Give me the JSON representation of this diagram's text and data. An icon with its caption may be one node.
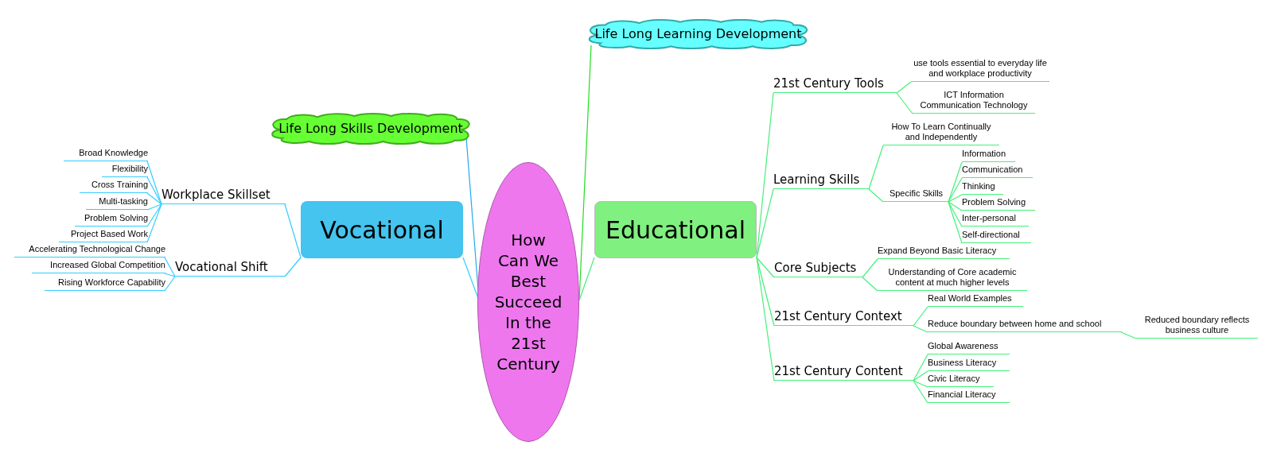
{
  "diagram": {
    "nodes": [
      {
        "text": [
          "Life Long Learning Development"
        ]
      },
      {
        "text": [
          "Life Long Skills Development"
        ]
      },
      {
        "text": [
          "Vocational"
        ]
      },
      {
        "text": [
          "How Can We Best Succeed In the 21st Century"
        ]
      },
      {
        "text": [
          "Educational"
        ]
      },
      {
        "text": [
          "Workplace Skillset"
        ]
      },
      {
        "text": [
          "Broad Knowledge"
        ]
      },
      {
        "text": [
          "Flexibility"
        ]
      },
      {
        "text": [
          "Cross Training"
        ]
      },
      {
        "text": [
          "Multi-tasking"
        ]
      },
      {
        "text": [
          "Problem Solving"
        ]
      },
      {
        "text": [
          "Project Based Work"
        ]
      },
      {
        "text": [
          "Vocational Shift"
        ]
      },
      {
        "text": [
          "Accelerating Technological Change"
        ]
      },
      {
        "text": [
          "Increased Global Competition"
        ]
      },
      {
        "text": [
          "Rising Workforce Capability"
        ]
      },
      {
        "text": [
          "21st Century Tools"
        ]
      },
      {
        "text": [
          "use tools essential to everyday life and workplace productivity"
        ]
      },
      {
        "text": [
          "ICT Information Communication Technology"
        ]
      },
      {
        "text": [
          "Learning Skills"
        ]
      },
      {
        "text": [
          "How To Learn Continually and Independently"
        ]
      },
      {
        "text": [
          "Specific Skills"
        ]
      },
      {
        "text": [
          "Information"
        ]
      },
      {
        "text": [
          "Communication"
        ]
      },
      {
        "text": [
          "Thinking"
        ]
      },
      {
        "text": [
          "Problem Solving"
        ]
      },
      {
        "text": [
          "Inter-personal"
        ]
      },
      {
        "text": [
          "Self-directional"
        ]
      },
      {
        "text": [
          "Core Subjects"
        ]
      },
      {
        "text": [
          "Expand Beyond Basic Literacy"
        ]
      },
      {
        "text": [
          "Understanding of Core academic content at much higher levels"
        ]
      },
      {
        "text": [
          "21st Century Context"
        ]
      },
      {
        "text": [
          "Real World Examples"
        ]
      },
      {
        "text": [
          "Reduce boundary between home and school"
        ]
      },
      {
        "text": [
          "Reduced boundary reflects business culture"
        ]
      },
      {
        "text": [
          "21st Century Content"
        ]
      },
      {
        "text": [
          "Global Awareness"
        ]
      },
      {
        "text": [
          "Business Literacy"
        ]
      },
      {
        "text": [
          "Civic Literacy"
        ]
      },
      {
        "text": [
          "Financial Literacy"
        ]
      }
    ],
    "edges": [
      {
        "from": 3,
        "to": 0,
        "arrow": "none",
        "color": "#22dd22"
      },
      {
        "from": 3,
        "to": 1,
        "arrow": "none",
        "color": "#22aaee"
      },
      {
        "from": 3,
        "to": 2,
        "arrow": "none",
        "color": "#33ccff"
      },
      {
        "from": 3,
        "to": 4,
        "arrow": "none"
      },
      {
        "from": 2,
        "to": 5,
        "arrow": "none",
        "color": "#33ccff"
      },
      {
        "from": 5,
        "to": 6,
        "arrow": "none",
        "color": "#33ccff"
      },
      {
        "from": 5,
        "to": 7,
        "arrow": "none",
        "color": "#33ccff"
      },
      {
        "from": 5,
        "to": 8,
        "arrow": "none",
        "color": "#33ccff"
      },
      {
        "from": 5,
        "to": 9,
        "arrow": "none",
        "color": "#33ccff"
      },
      {
        "from": 5,
        "to": 10,
        "arrow": "none",
        "color": "#33ccff"
      },
      {
        "from": 5,
        "to": 11,
        "arrow": "none",
        "color": "#33ccff"
      },
      {
        "from": 2,
        "to": 12,
        "arrow": "none",
        "color": "#33ccff"
      },
      {
        "from": 12,
        "to": 13,
        "arrow": "none",
        "color": "#33ccff"
      },
      {
        "from": 12,
        "to": 14,
        "arrow": "none",
        "color": "#33ccff"
      },
      {
        "from": 12,
        "to": 15,
        "arrow": "none",
        "color": "#33ccff"
      },
      {
        "from": 4,
        "to": 16,
        "arrow": "none"
      },
      {
        "from": 16,
        "to": 17,
        "arrow": "none"
      },
      {
        "from": 16,
        "to": 18,
        "arrow": "none"
      },
      {
        "from": 4,
        "to": 19,
        "arrow": "none"
      },
      {
        "from": 19,
        "to": 20,
        "arrow": "none"
      },
      {
        "from": 19,
        "to": 21,
        "arrow": "none"
      },
      {
        "from": 21,
        "to": 22,
        "arrow": "none"
      },
      {
        "from": 21,
        "to": 23,
        "arrow": "none"
      },
      {
        "from": 21,
        "to": 24,
        "arrow": "none"
      },
      {
        "from": 21,
        "to": 25,
        "arrow": "none"
      },
      {
        "from": 21,
        "to": 26,
        "arrow": "none"
      },
      {
        "from": 21,
        "to": 27,
        "arrow": "none"
      },
      {
        "from": 4,
        "to": 28,
        "arrow": "none"
      },
      {
        "from": 28,
        "to": 29,
        "arrow": "none"
      },
      {
        "from": 28,
        "to": 30,
        "arrow": "none"
      },
      {
        "from": 4,
        "to": 31,
        "arrow": "none"
      },
      {
        "from": 31,
        "to": 32,
        "arrow": "none"
      },
      {
        "from": 31,
        "to": 33,
        "arrow": "none"
      },
      {
        "from": 33,
        "to": 34,
        "arrow": "none"
      },
      {
        "from": 4,
        "to": 35,
        "arrow": "none"
      },
      {
        "from": 35,
        "to": 36,
        "arrow": "none"
      },
      {
        "from": 35,
        "to": 37,
        "arrow": "none"
      },
      {
        "from": 35,
        "to": 38,
        "arrow": "none"
      },
      {
        "from": 35,
        "to": 39,
        "arrow": "none"
      }
    ]
  }
}
